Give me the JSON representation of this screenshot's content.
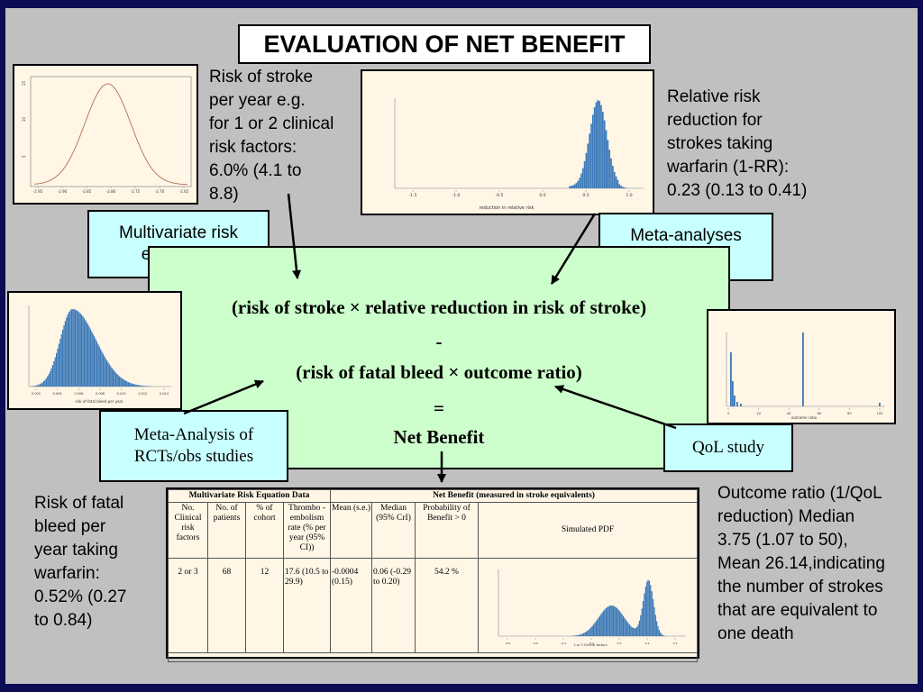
{
  "title": "EVALUATION OF NET BENEFIT",
  "notes": {
    "stroke_risk": "Risk of stroke\nper year e.g.\nfor 1 or 2 clinical\nrisk factors:\n6.0% (4.1 to\n8.8)",
    "rrr": "Relative risk\nreduction for\nstrokes taking\nwarfarin (1-RR):\n0.23 (0.13 to 0.41)",
    "bleed": "Risk of fatal\nbleed per\nyear taking\nwarfarin:\n0.52% (0.27\nto 0.84)",
    "outcome": "Outcome ratio (1/QoL\nreduction) Median\n3.75 (1.07 to 50),\nMean 26.14,indicating\nthe number of strokes\nthat are equivalent to\none death"
  },
  "boxes": {
    "multivariate": "Multivariate risk\nequations",
    "meta_rcts": "Meta-analyses\nof RCTs",
    "meta_obs": "Meta-Analysis of\nRCTs/obs studies",
    "qol": "QoL study"
  },
  "equation": {
    "line1": "(risk of stroke × relative reduction in risk of stroke)",
    "minus": "-",
    "line2": "(risk of fatal bleed × outcome ratio)",
    "equals": "=",
    "result": "Net Benefit"
  },
  "table": {
    "group1": "Multivariate Risk Equation Data",
    "group2": "Net Benefit (measured in stroke equivalents)",
    "headers": [
      "No. Clinical risk factors",
      "No. of patients",
      "% of cohort",
      "Thrombo - embolism rate (% per year (95% CI))",
      "Mean (s.e.)",
      "Median (95% CrI)",
      "Probability of Benefit > 0",
      "Simulated PDF"
    ],
    "row": [
      "2 or 3",
      "68",
      "12",
      "17.6 (10.5 to 29.9)",
      "-0.0004 (0.15)",
      "0.06 (-0.29 to 0.20)",
      "54.2 %"
    ]
  },
  "graph1": {
    "xticks": [
      "-2.95",
      "-2.90",
      "-2.85",
      "-2.80",
      "-2.75",
      "-2.70",
      "-2.65"
    ],
    "yticks": [
      "15",
      "10",
      "5"
    ]
  },
  "graph2": {
    "xticks": [
      "-1.5",
      "-1.0",
      "-0.5",
      "0.0",
      "0.5",
      "1.0"
    ],
    "xlabel": "reduction in relative risk"
  },
  "graph3": {
    "xticks": [
      "0.002",
      "0.004",
      "0.006",
      "0.008",
      "0.010",
      "0.012",
      "0.014"
    ],
    "xlabel": "risk of fatal bleed per year"
  },
  "graph4": {
    "xticks": [
      "0",
      "20",
      "40",
      "60",
      "80",
      "100"
    ],
    "xlabel": "outcome ratio"
  },
  "graph5": {
    "xticks": [
      "-0.8",
      "-0.6",
      "-0.4",
      "-0.2",
      "0.0",
      "0.2",
      "0.4"
    ],
    "xlabel": "2 or 3 Clinical factors"
  }
}
